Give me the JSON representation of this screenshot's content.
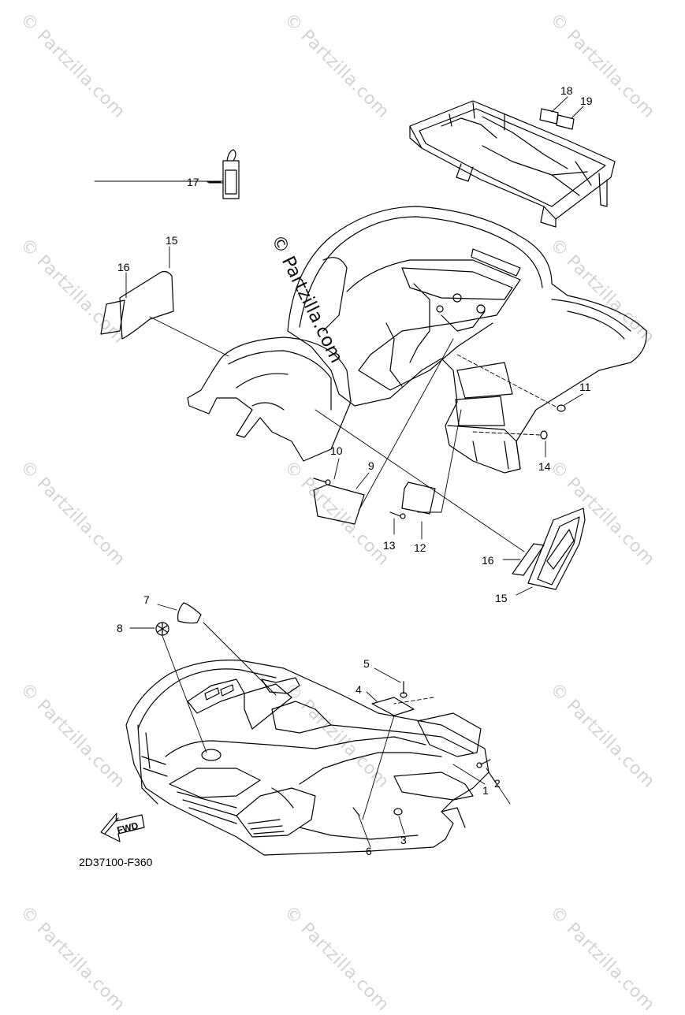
{
  "watermark": {
    "text": "© Partzilla.com",
    "main_text": "© Partzilla.com"
  },
  "callouts": [
    "1",
    "2",
    "3",
    "4",
    "5",
    "6",
    "7",
    "8",
    "9",
    "10",
    "11",
    "12",
    "13",
    "14",
    "15",
    "16",
    "17",
    "18",
    "19",
    "15",
    "16"
  ],
  "fwd_label": "FWD",
  "diagram_code": "2D37100-F360"
}
